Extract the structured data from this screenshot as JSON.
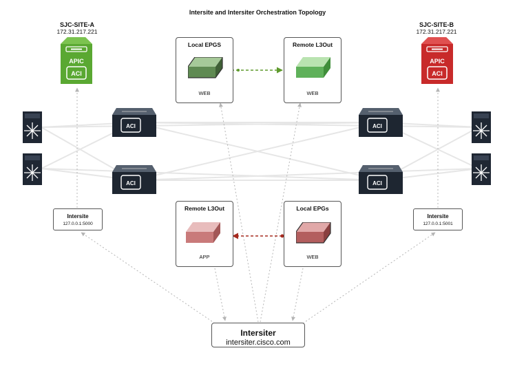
{
  "title": "Intersite and Intersiter Orchestration Topology",
  "site_a": {
    "name": "SJC-SITE-A",
    "ip": "172.31.217.221",
    "apic_label": "APIC",
    "aci_label": "ACI"
  },
  "site_b": {
    "name": "SJC-SITE-B",
    "ip": "172.31.217.221",
    "apic_label": "APIC",
    "aci_label": "ACI"
  },
  "switch_label": "ACI",
  "box_top_left": {
    "title": "Local EPGS",
    "sub": "WEB"
  },
  "box_top_right": {
    "title": "Remote L3Out",
    "sub": "WEB"
  },
  "box_bottom_left": {
    "title": "Remote L3Out",
    "sub": "APP"
  },
  "box_bottom_right": {
    "title": "Local EPGs",
    "sub": "WEB"
  },
  "intersite_a": {
    "title": "Intersite",
    "addr": "127.0.0.1:5000"
  },
  "intersite_b": {
    "title": "Intersite",
    "addr": "127.0.0.1:5001"
  },
  "intersiter": {
    "title": "Intersiter",
    "url": "intersiter.cisco.com"
  },
  "colors": {
    "green": "#5aa832",
    "red": "#c82a2a",
    "green_link": "#5e9a2c",
    "red_link": "#a52a1f",
    "dotted": "#b4b4b4"
  }
}
